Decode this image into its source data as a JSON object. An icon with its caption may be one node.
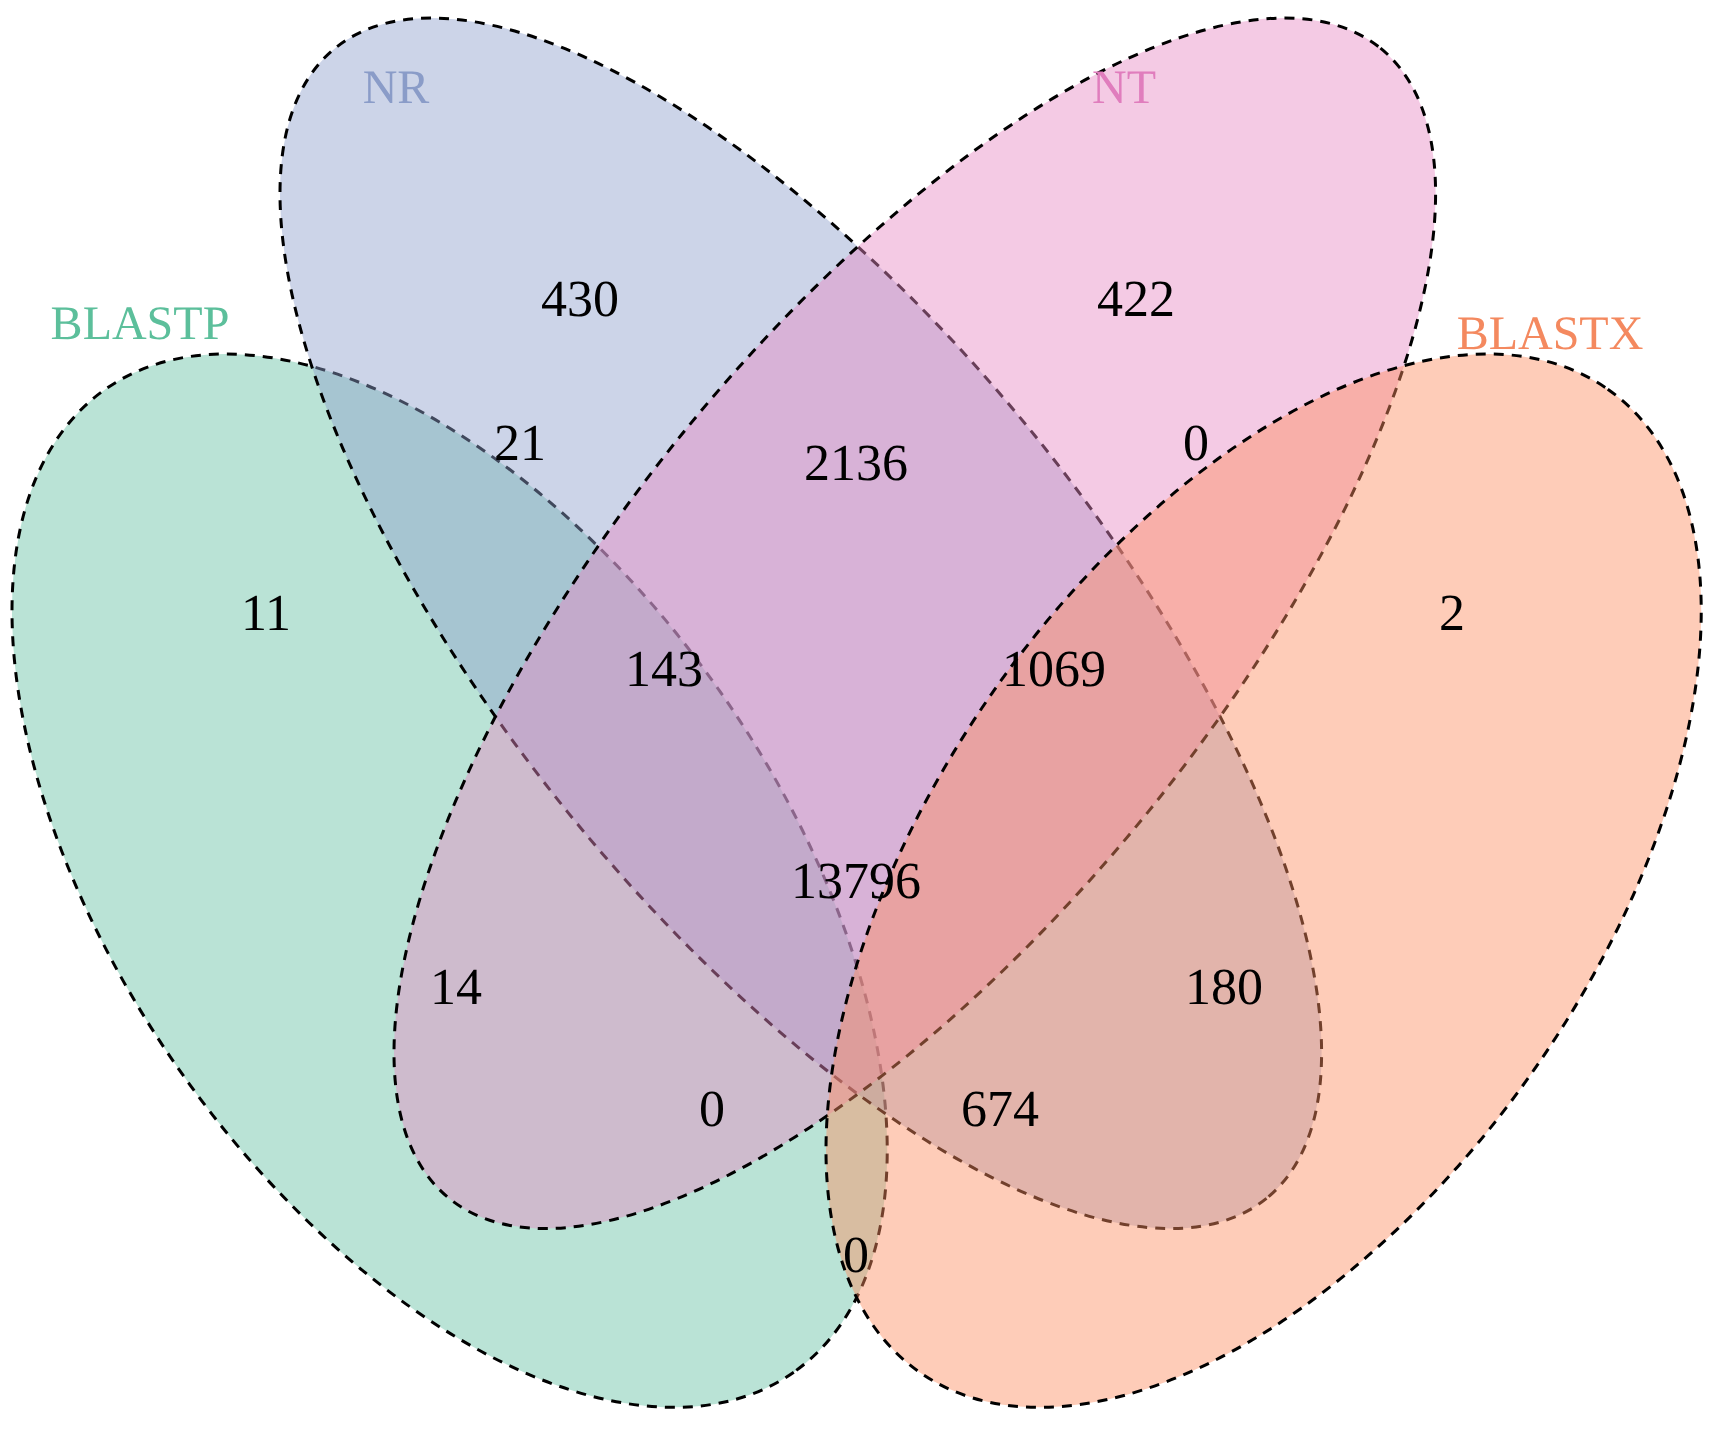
{
  "diagram": {
    "nodes": [
      {
        "text": [
          "BLASTP"
        ]
      },
      {
        "text": [
          "NR"
        ]
      },
      {
        "text": [
          "NT"
        ]
      },
      {
        "text": [
          "BLASTX"
        ]
      }
    ],
    "labels": [
      "430",
      "422",
      "21",
      "2136",
      "0",
      "11",
      "143",
      "1069",
      "2",
      "13796",
      "14",
      "180",
      "0",
      "674",
      "0"
    ]
  }
}
